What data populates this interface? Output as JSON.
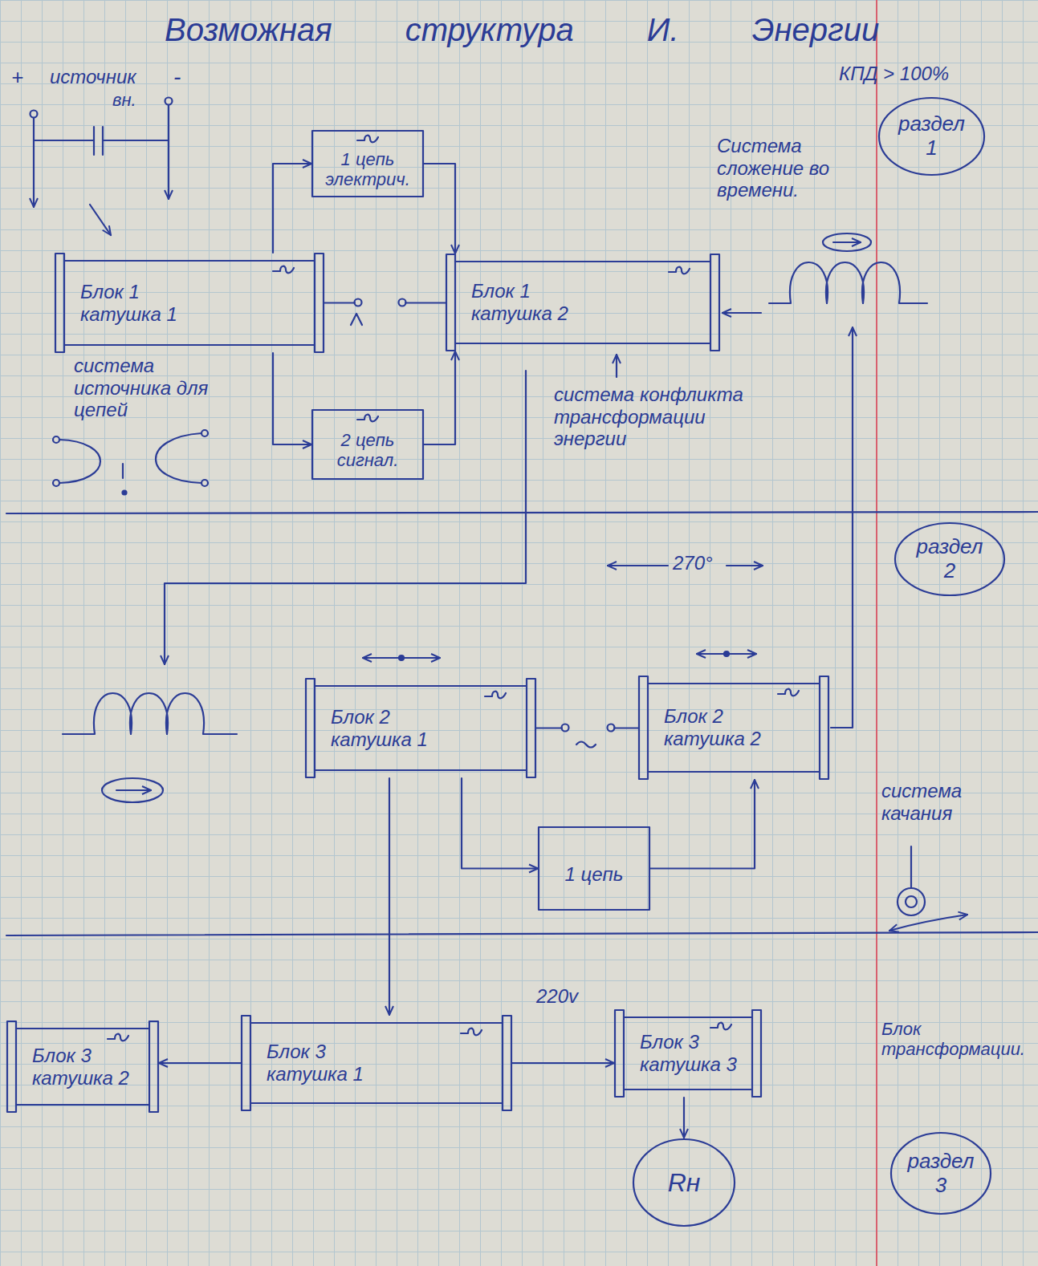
{
  "diagram": {
    "title": "Возможная структура И. Энергии",
    "nodes": [
      {
        "text": [
          "1 цепь электрич."
        ]
      },
      {
        "text": [
          "раздел 1"
        ]
      },
      {
        "text": [
          "Блок 1",
          "катушка 1"
        ]
      },
      {
        "text": [
          "Блок 1",
          "катушка 2"
        ]
      },
      {
        "text": [
          "2 цепь сигнал."
        ]
      },
      {
        "text": [
          "раздел 2"
        ]
      },
      {
        "text": [
          "Блок 2",
          "катушка 1"
        ]
      },
      {
        "text": [
          "Блок 2",
          "катушка 2"
        ]
      },
      {
        "text": [
          "1 цепь"
        ]
      },
      {
        "text": [
          "Блок 3",
          "катушка 2"
        ]
      },
      {
        "text": [
          "Блок 3",
          "катушка 1"
        ]
      },
      {
        "text": [
          "Блок 3",
          "катушка 3"
        ]
      },
      {
        "text": [
          "Rн"
        ]
      },
      {
        "text": [
          "раздел 3"
        ]
      }
    ],
    "edges": [
      {
        "from": 2,
        "to": 0,
        "arrow": "to"
      },
      {
        "from": 0,
        "to": 3,
        "arrow": "to"
      },
      {
        "from": 2,
        "to": 4,
        "arrow": "to"
      },
      {
        "from": 4,
        "to": 3,
        "arrow": "to"
      },
      {
        "from": 2,
        "to": 3,
        "arrow": "none"
      },
      {
        "from": 6,
        "to": 7,
        "arrow": "none"
      },
      {
        "from": 6,
        "to": 8,
        "arrow": "to"
      },
      {
        "from": 8,
        "to": 7,
        "arrow": "to"
      },
      {
        "from": 6,
        "to": 10,
        "arrow": "to"
      },
      {
        "from": 10,
        "to": 9,
        "arrow": "to"
      },
      {
        "from": 10,
        "to": 11,
        "arrow": "to"
      },
      {
        "from": 11,
        "to": 12,
        "arrow": "to"
      }
    ],
    "labels": [
      "КПД > 100%",
      "+",
      "источник",
      "вн.",
      "-",
      "Система сложение во времени.",
      "система источника для цепей",
      "система конфликта трансформации энергии",
      "270°",
      "система качания",
      "220v",
      "Блок трансформации."
    ]
  }
}
